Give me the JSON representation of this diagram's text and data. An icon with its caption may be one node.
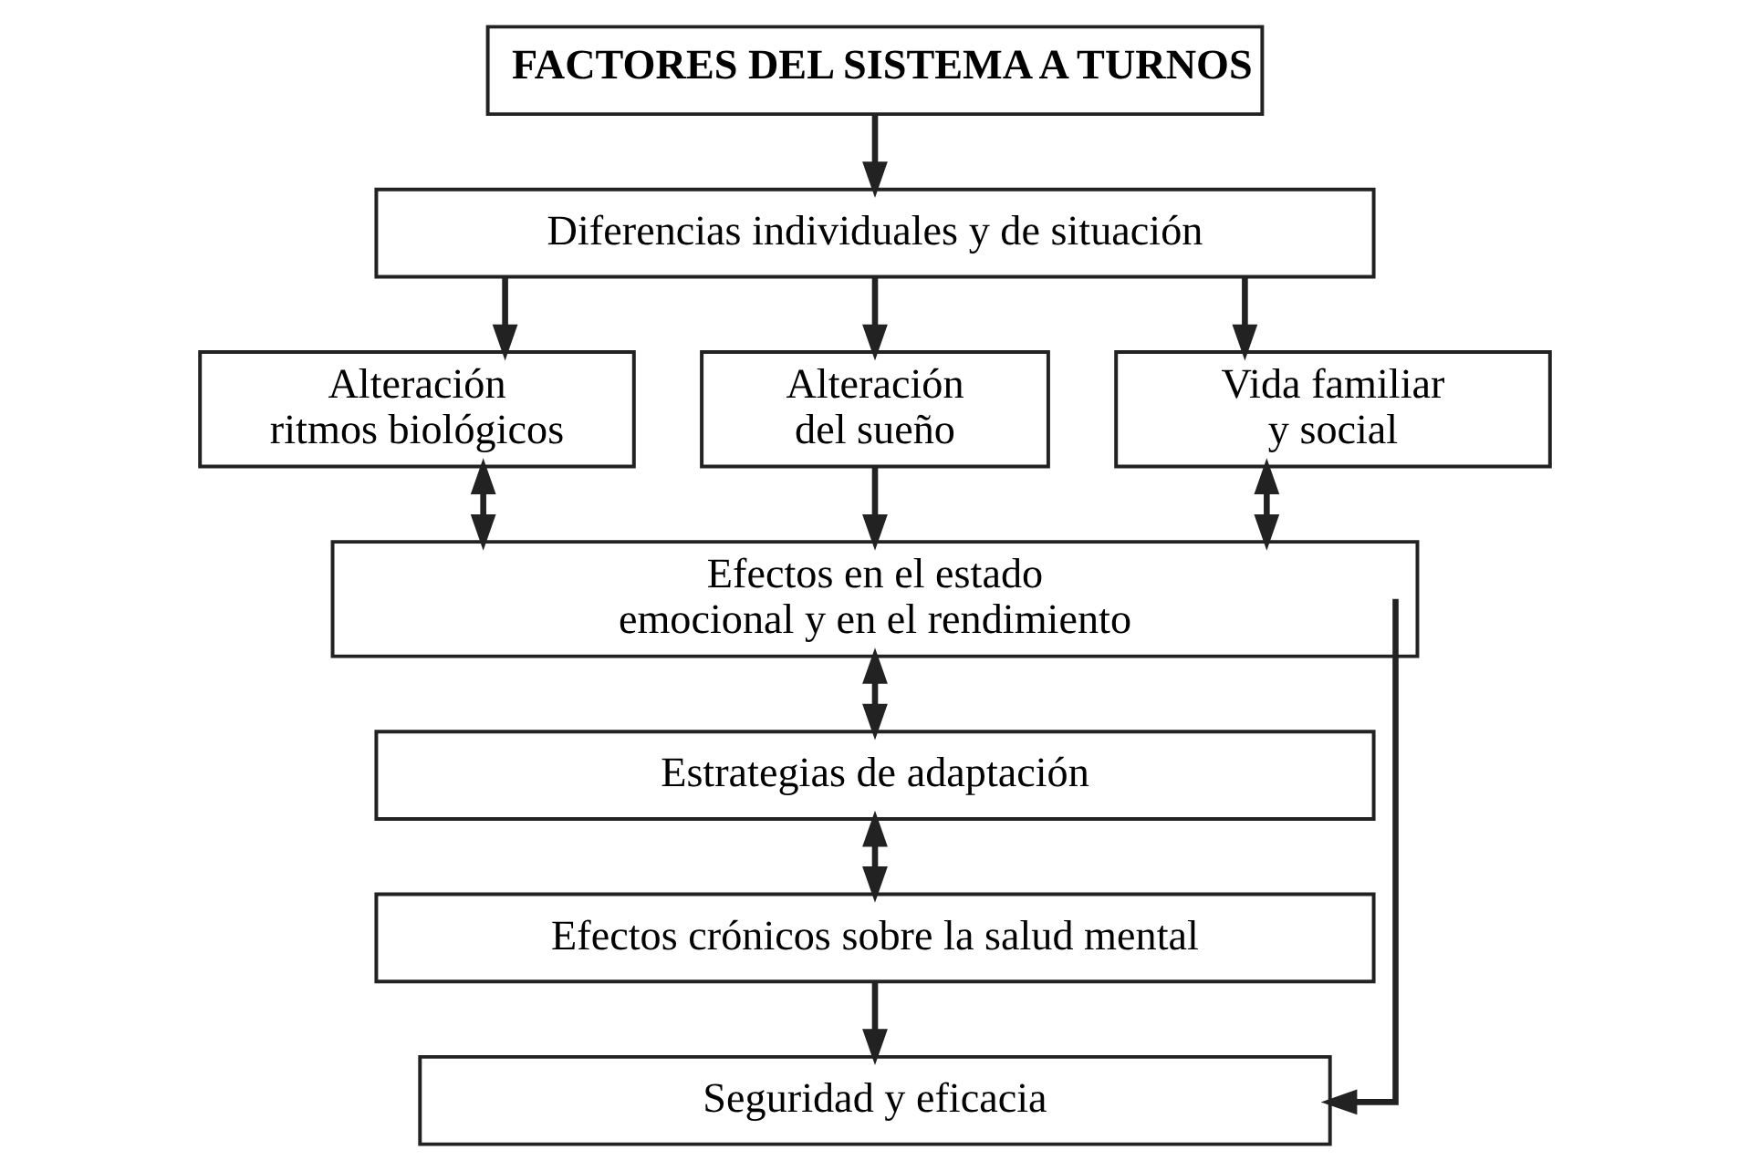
{
  "diagram": {
    "nodes": [
      {
        "text": [
          "FACTORES DEL SISTEMA A TURNOS"
        ]
      },
      {
        "text": [
          "Diferencias individuales y de situación"
        ]
      },
      {
        "text": [
          "Alteración ritmos biológicos"
        ]
      },
      {
        "text": [
          "Alteración del sueño"
        ]
      },
      {
        "text": [
          "Vida familiar y social"
        ]
      },
      {
        "text": [
          "Efectos en el estado emocional y en el rendimiento"
        ]
      },
      {
        "text": [
          "Estrategias de adaptación"
        ]
      },
      {
        "text": [
          "Efectos crónicos sobre la salud mental"
        ]
      },
      {
        "text": [
          "Seguridad y eficacia"
        ]
      }
    ],
    "edges": [
      {
        "from": 0,
        "to": 1,
        "arrow": "to"
      },
      {
        "from": 1,
        "to": 2,
        "arrow": "to"
      },
      {
        "from": 1,
        "to": 3,
        "arrow": "to"
      },
      {
        "from": 1,
        "to": 4,
        "arrow": "to"
      },
      {
        "from": 2,
        "to": 5,
        "arrow": "both"
      },
      {
        "from": 3,
        "to": 5,
        "arrow": "to"
      },
      {
        "from": 4,
        "to": 5,
        "arrow": "both"
      },
      {
        "from": 5,
        "to": 6,
        "arrow": "both"
      },
      {
        "from": 6,
        "to": 7,
        "arrow": "both"
      },
      {
        "from": 7,
        "to": 8,
        "arrow": "to"
      },
      {
        "from": 5,
        "to": 8,
        "arrow": "to"
      }
    ]
  }
}
